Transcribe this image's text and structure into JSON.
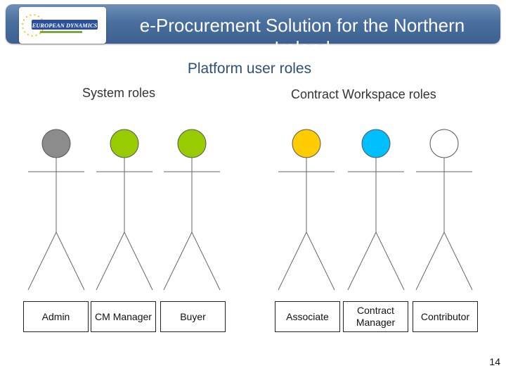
{
  "header": {
    "title": "e-Procurement  Solution for the Northern Ireland",
    "logo_text": "EUROPEAN DYNAMICS"
  },
  "page_title": "Platform user roles",
  "sections": {
    "system": "System roles",
    "contract": "Contract Workspace roles"
  },
  "roles": [
    {
      "label": "Admin",
      "head_color": "#8c8c8c"
    },
    {
      "label": "CM Manager",
      "head_color": "#99cc00"
    },
    {
      "label": "Buyer",
      "head_color": "#99cc00"
    },
    {
      "label": "Associate",
      "head_color": "#ffcc00"
    },
    {
      "label": "Contract\nManager",
      "head_color": "#00bfff"
    },
    {
      "label": "Contributor",
      "head_color": "#ffffff"
    }
  ],
  "page_number": "14"
}
